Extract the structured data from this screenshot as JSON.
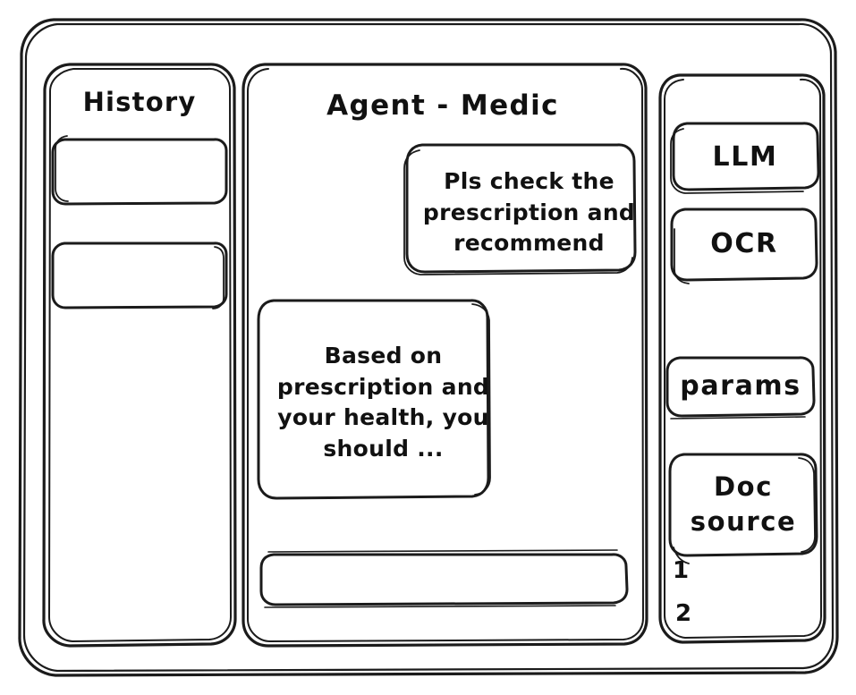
{
  "app": {
    "style": "hand-drawn-wireframe",
    "stroke_color": "#1b1b1b",
    "background_color": "#ffffff"
  },
  "sidebar_left": {
    "title": "History",
    "items": [
      {
        "label": ""
      },
      {
        "label": ""
      }
    ]
  },
  "main": {
    "title": "Agent - Medic",
    "messages": [
      {
        "role": "user",
        "text": "Pls check the prescription and recommend"
      },
      {
        "role": "assistant",
        "text": "Based on prescription and your health, you should ..."
      }
    ],
    "composer": {
      "value": "",
      "placeholder": ""
    }
  },
  "sidebar_right": {
    "chips": [
      {
        "label": "LLM"
      },
      {
        "label": "OCR"
      },
      {
        "label": "params"
      },
      {
        "label": "Doc source"
      }
    ],
    "doc_source_list": [
      {
        "marker": "1"
      },
      {
        "marker": "2"
      }
    ]
  }
}
